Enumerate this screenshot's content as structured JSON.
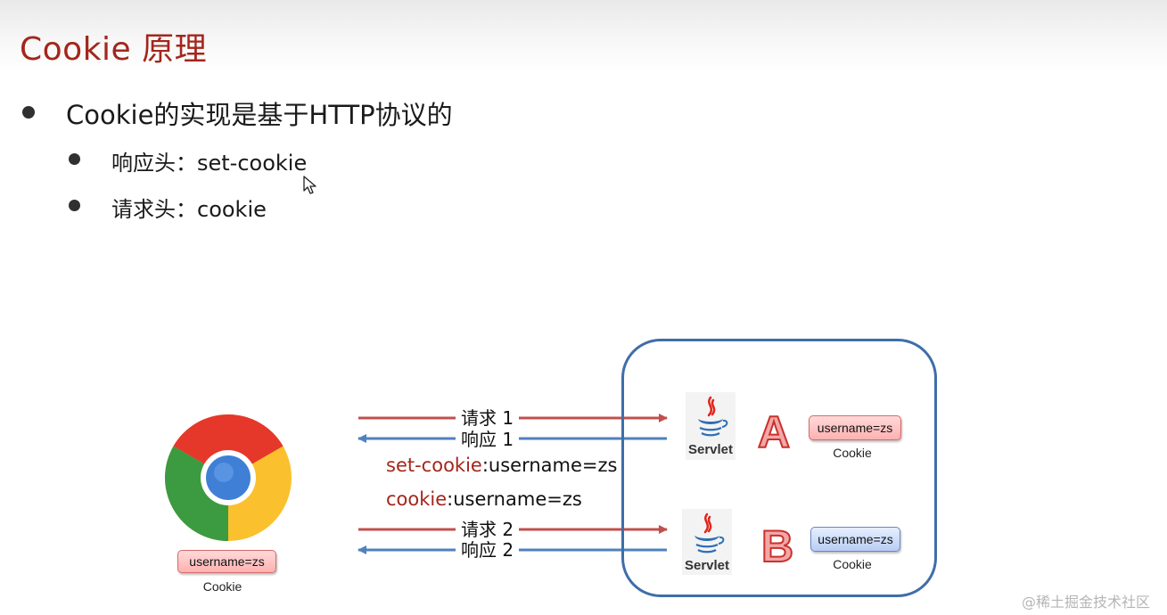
{
  "slide": {
    "title": "Cookie 原理",
    "bullets": [
      {
        "text": "Cookie的实现是基于HTTP协议的"
      },
      {
        "text": "响应头：set-cookie"
      },
      {
        "text": "请求头：cookie"
      }
    ]
  },
  "diagram": {
    "arrows": [
      {
        "label": "请求 1"
      },
      {
        "label": "响应 1"
      },
      {
        "label": "请求 2"
      },
      {
        "label": "响应 2"
      }
    ],
    "messages": {
      "set_cookie_key": "set-cookie",
      "set_cookie_value": ":username=zs",
      "cookie_key": "cookie",
      "cookie_value": ":username=zs"
    },
    "servers": [
      {
        "letter": "A",
        "logo_text": "Servlet",
        "cookie": "username=zs",
        "cookie_caption": "Cookie"
      },
      {
        "letter": "B",
        "logo_text": "Servlet",
        "cookie": "username=zs",
        "cookie_caption": "Cookie"
      }
    ],
    "browser": {
      "cookie": "username=zs",
      "cookie_caption": "Cookie"
    }
  },
  "watermark": "@稀土掘金技术社区",
  "colors": {
    "title_red": "#a3261c",
    "request_arrow": "#c0504d",
    "response_arrow": "#4f81bd",
    "server_box_border": "#3f6ea9"
  },
  "icons": {
    "browser": "chrome-logo-icon",
    "server": "java-servlet-icon",
    "pointer": "mouse-cursor-icon"
  }
}
